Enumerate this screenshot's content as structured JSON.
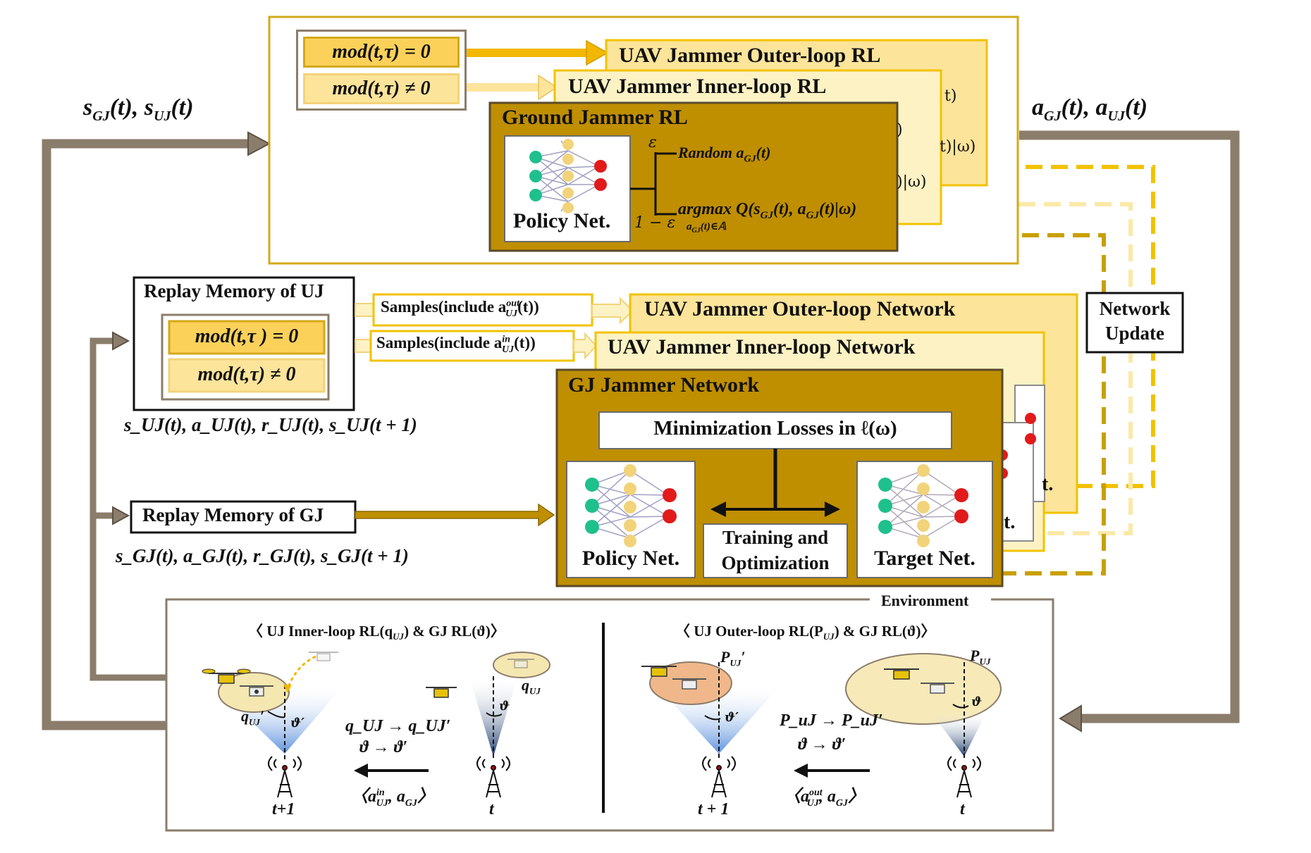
{
  "colors": {
    "brown_frame": "#8b7d6b",
    "gold_border": "#d4a91a",
    "gold_dark": "#c09000",
    "yellow_bright": "#fbd15a",
    "yellow_light": "#fce49a",
    "yellow_pale": "#fdf2c4",
    "gj_fill": "#bf8f00",
    "arrow_brown": "#8b7d6b",
    "dash_gold": "#f2c200",
    "dash_pale": "#fbe9a8",
    "dash_dark": "#c9a000"
  },
  "top": {
    "mod_eq": "mod(t,τ) = 0",
    "mod_neq": "mod(t,τ) ≠ 0",
    "uav_outer_rl": "UAV Jammer Outer-loop RL",
    "uav_inner_rl": "UAV Jammer Inner-loop RL",
    "ground_rl": "Ground Jammer RL",
    "policy_net": "Policy Net.",
    "epsilon": "ε",
    "one_minus_eps": "1 − ε",
    "random": "Random a",
    "random_sub": "GJ",
    "random_tail": "(t)",
    "argmax": "argmax Q(s",
    "argmax_sub1": "GJ",
    "argmax_mid": "(t), a",
    "argmax_sub2": "GJ",
    "argmax_tail": "(t)|ω)",
    "argmax_under": "a",
    "argmax_under_sub": "GJ",
    "argmax_under_tail": "(t)∈𝔸",
    "peek_outer_1": "t)",
    "peek_outer_2": "t)|ω)",
    "peek_inner_1": ")",
    "peek_inner_2": ")|ω)"
  },
  "state_label": {
    "s1": "s",
    "s1_sub": "GJ",
    "s1_tail": "(t), ",
    "s2": "s",
    "s2_sub": "UJ",
    "s2_tail": "(t)"
  },
  "action_label": {
    "a1": "a",
    "a1_sub": "GJ",
    "a1_tail": "(t), ",
    "a2": "a",
    "a2_sub": "UJ",
    "a2_tail": "(t)"
  },
  "replay_uj": {
    "title": "Replay Memory of UJ",
    "mod_eq": "mod(t,τ ) = 0",
    "mod_neq": "mod(t,τ) ≠ 0",
    "tuple": "s_UJ(t), a_UJ(t), r_UJ(t), s_UJ(t + 1)"
  },
  "replay_gj": {
    "title": "Replay Memory of GJ",
    "tuple": "s_GJ(t), a_GJ(t), r_GJ(t), s_GJ(t + 1)"
  },
  "samples": {
    "out": "Samples(include a",
    "out_sup": "out",
    "out_sub": "UJ",
    "out_tail": "(t))",
    "in": "Samples(include a",
    "in_sup": "in",
    "in_sub": "UJ",
    "in_tail": "(t))"
  },
  "networks": {
    "outer": "UAV Jammer Outer-loop Network",
    "inner": "UAV Jammer Inner-loop Network",
    "gj": "GJ Jammer Network",
    "loss": "Minimization Losses in ℓ(ω)",
    "training": "Training and",
    "optimization": "Optimization",
    "policy": "Policy Net.",
    "target": "Target Net.",
    "peek_t": "t.",
    "peek_t2": "t."
  },
  "network_update": {
    "line1": "Network",
    "line2": "Update"
  },
  "environment": {
    "title": "Environment",
    "left_heading": "〈 UJ Inner-loop RL(q",
    "left_heading_sub": "UJ",
    "left_heading_tail": ") & GJ RL(ϑ)〉",
    "right_heading": "〈 UJ Outer-loop RL(P",
    "right_heading_sub": "UJ",
    "right_heading_tail": ") & GJ RL(ϑ)〉",
    "q_uj_prime": "q",
    "q_uj_prime_sub": "UJ",
    "q_uj_prime_tail": "′",
    "theta_prime": "ϑ′",
    "q_uj": "q",
    "q_uj_sub": "UJ",
    "theta": "ϑ",
    "left_trans1": "q_UJ → q_UJ′",
    "left_trans2": "ϑ → ϑ′",
    "left_action": "〈a",
    "left_action_sup": "in",
    "left_action_sub": "UJ",
    "left_action_tail": ", a",
    "left_action_sub2": "GJ",
    "left_action_end": "〉",
    "t_plus_1_left": "t+1",
    "t_left": "t",
    "p_uj_prime": "P",
    "p_uj_prime_sub": "UJ",
    "p_uj_prime_tail": "′",
    "p_uj": "P",
    "p_uj_sub": "UJ",
    "right_trans1": "P_uJ → P_uJ′",
    "right_trans2": "ϑ → ϑ′",
    "right_action": "〈a",
    "right_action_sup": "out",
    "right_action_sub": "UJ",
    "right_action_tail": ", a",
    "right_action_sub2": "GJ",
    "right_action_end": "〉",
    "t_plus_1_right": "t + 1",
    "t_right": "t"
  }
}
